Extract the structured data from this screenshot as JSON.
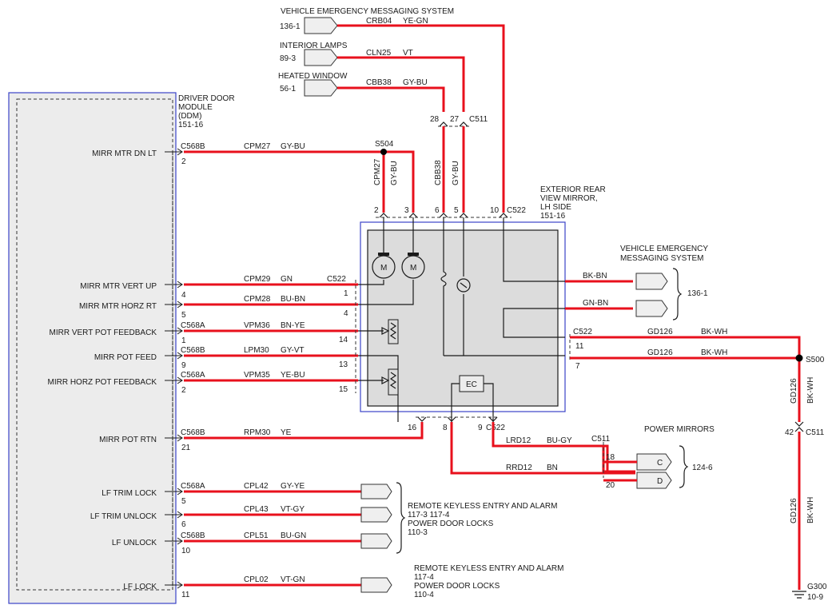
{
  "ddm": {
    "title_lines": [
      "DRIVER DOOR",
      "MODULE",
      "(DDM)",
      "151-16"
    ],
    "pins": [
      {
        "label": "MIRR MTR DN LT",
        "conn": "C568B",
        "pin": "2",
        "circuit": "CPM27",
        "color": "GY-BU"
      },
      {
        "label": "MIRR MTR VERT UP",
        "conn": "",
        "pin": "4",
        "circuit": "CPM29",
        "color": "GN"
      },
      {
        "label": "MIRR MTR HORZ RT",
        "conn": "",
        "pin": "5",
        "circuit": "CPM28",
        "color": "BU-BN"
      },
      {
        "label": "MIRR VERT POT FEEDBACK",
        "conn": "C568A",
        "pin": "1",
        "circuit": "VPM36",
        "color": "BN-YE"
      },
      {
        "label": "MIRR POT FEED",
        "conn": "C568B",
        "pin": "9",
        "circuit": "LPM30",
        "color": "GY-VT"
      },
      {
        "label": "MIRR HORZ POT FEEDBACK",
        "conn": "C568A",
        "pin": "2",
        "circuit": "VPM35",
        "color": "YE-BU"
      },
      {
        "label": "MIRR POT RTN",
        "conn": "C568B",
        "pin": "21",
        "circuit": "RPM30",
        "color": "YE"
      },
      {
        "label": "LF TRIM LOCK",
        "conn": "C568A",
        "pin": "5",
        "circuit": "CPL42",
        "color": "GY-YE"
      },
      {
        "label": "LF TRIM UNLOCK",
        "conn": "",
        "pin": "6",
        "circuit": "CPL43",
        "color": "VT-GY"
      },
      {
        "label": "LF UNLOCK",
        "conn": "C568B",
        "pin": "10",
        "circuit": "CPL51",
        "color": "BU-GN"
      },
      {
        "label": "LF LOCK",
        "conn": "",
        "pin": "11",
        "circuit": "CPL02",
        "color": "VT-GN"
      }
    ]
  },
  "mirror": {
    "title_lines": [
      "EXTERIOR REAR",
      "VIEW MIRROR,",
      "LH SIDE",
      "151-16"
    ],
    "top_connector": "C522",
    "top_pins": [
      "2",
      "3",
      "6",
      "5",
      "10"
    ],
    "left_connector": "C522",
    "left_pins": [
      "1",
      "4",
      "14",
      "13",
      "15"
    ],
    "bottom_connector": "C522",
    "bottom_pins": [
      "16",
      "8",
      "9"
    ],
    "right_connector": "C522",
    "right_pins": [
      "11",
      "7"
    ],
    "motor_label": "M",
    "ec_label": "EC"
  },
  "top_feeds": [
    {
      "system": "VEHICLE EMERGENCY MESSAGING SYSTEM",
      "ref": "136-1",
      "circuit": "CRB04",
      "color": "YE-GN"
    },
    {
      "system": "INTERIOR LAMPS",
      "ref": "89-3",
      "circuit": "CLN25",
      "color": "VT"
    },
    {
      "system": "HEATED WINDOW",
      "ref": "56-1",
      "circuit": "CBB38",
      "color": "GY-BU"
    }
  ],
  "c511_top": {
    "name": "C511",
    "pins": [
      "28",
      "27"
    ]
  },
  "splice_s504": {
    "name": "S504",
    "v1_circuit": "CPM27",
    "v1_color": "GY-BU",
    "v2_circuit": "CBB38",
    "v2_color": "GY-BU"
  },
  "vems_right": {
    "title_lines": [
      "VEHICLE EMERGENCY",
      "MESSAGING SYSTEM"
    ],
    "ref": "136-1",
    "wire1": "BK-BN",
    "wire2": "GN-BN"
  },
  "ground": {
    "w1_circuit": "GD126",
    "w1_color": "BK-WH",
    "w2_circuit": "GD126",
    "w2_color": "BK-WH",
    "splice": "S500",
    "c511_pin": "42",
    "c511": "C511",
    "vertical_circuit": "GD126",
    "vertical_color": "BK-WH",
    "ground_name": "G300",
    "ground_ref": "10-9"
  },
  "power_mirrors": {
    "title": "POWER MIRRORS",
    "ref": "124-6",
    "conn": "C511",
    "wire1_circuit": "LRD12",
    "wire1_color": "BU-GY",
    "wire1_pin": "18",
    "wire1_term": "C",
    "wire2_circuit": "RRD12",
    "wire2_color": "BN",
    "wire2_pin": "20",
    "wire2_term": "D"
  },
  "rke_groups": [
    {
      "lines": [
        "REMOTE KEYLESS ENTRY AND ALARM",
        "117-3     117-4",
        "POWER DOOR LOCKS",
        "110-3"
      ]
    },
    {
      "lines": [
        "REMOTE KEYLESS ENTRY AND ALARM",
        "117-4",
        "POWER DOOR LOCKS",
        "110-4"
      ]
    }
  ],
  "colors": {
    "wire": "#e8101c",
    "module_fill": "#ececec",
    "mirror_fill": "#dcdcdc",
    "border_blue": "#3b44c8"
  }
}
